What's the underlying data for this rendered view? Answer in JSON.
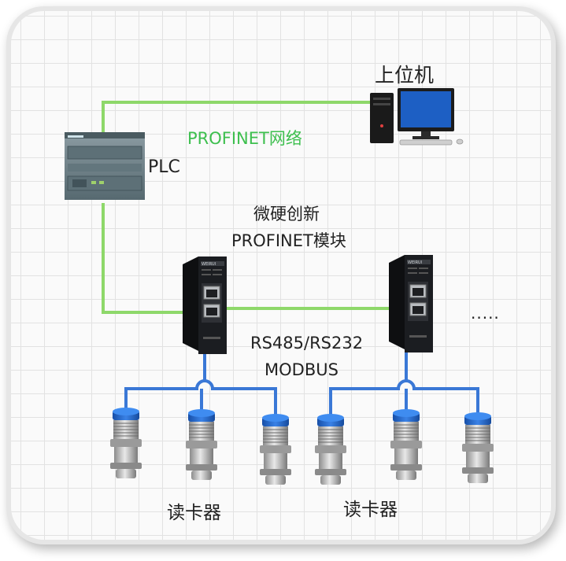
{
  "labels": {
    "host": "上位机",
    "network": "PROFINET网络",
    "plc": "PLC",
    "module_line1": "微硬创新",
    "module_line2": "PROFINET模块",
    "bus_line1": "RS485/RS232",
    "bus_line2": "MODBUS",
    "more": ".....",
    "reader_group_1": "读卡器",
    "reader_group_2": "读卡器"
  },
  "device_text": {
    "module_brand": "WEIRUI"
  },
  "colors": {
    "profinet_line": "#8ed86a",
    "profinet_text": "#3dbf4e",
    "modbus_line": "#3a78d6",
    "module_body": "#1b1d21",
    "reader_cap": "#1f63c9",
    "plc_body": "#6f8289"
  },
  "icons": [
    "computer-icon",
    "plc-icon",
    "gateway-module-icon",
    "card-reader-icon"
  ]
}
